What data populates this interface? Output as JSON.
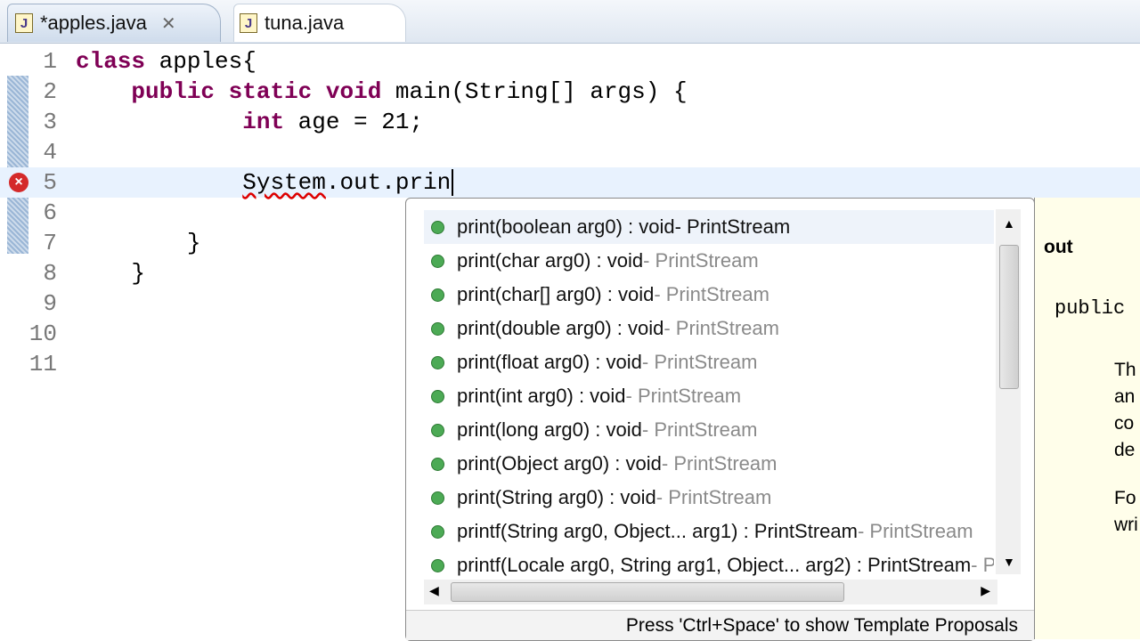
{
  "tabs": [
    {
      "label": "*apples.java",
      "icon": "java-file-icon",
      "active": true
    },
    {
      "label": "tuna.java",
      "icon": "java-file-icon",
      "active": false
    }
  ],
  "editor": {
    "lines": [
      {
        "n": "1",
        "text": "class apples{"
      },
      {
        "n": "2",
        "text": "    public static void main(String[] args) {"
      },
      {
        "n": "3",
        "text": "            int age = 21;"
      },
      {
        "n": "4",
        "text": ""
      },
      {
        "n": "5",
        "text": "            System.out.prin",
        "error": true
      },
      {
        "n": "6",
        "text": ""
      },
      {
        "n": "7",
        "text": "        }"
      },
      {
        "n": "8",
        "text": "    }"
      },
      {
        "n": "9",
        "text": ""
      },
      {
        "n": "10",
        "text": ""
      },
      {
        "n": "11",
        "text": ""
      }
    ]
  },
  "proposals": [
    {
      "sig": "print(boolean arg0) : void",
      "type": " - PrintStream",
      "selected": true
    },
    {
      "sig": "print(char arg0) : void",
      "type": " - PrintStream"
    },
    {
      "sig": "print(char[] arg0) : void",
      "type": " - PrintStream"
    },
    {
      "sig": "print(double arg0) : void",
      "type": " - PrintStream"
    },
    {
      "sig": "print(float arg0) : void",
      "type": " - PrintStream"
    },
    {
      "sig": "print(int arg0) : void",
      "type": " - PrintStream"
    },
    {
      "sig": "print(long arg0) : void",
      "type": " - PrintStream"
    },
    {
      "sig": "print(Object arg0) : void",
      "type": " - PrintStream"
    },
    {
      "sig": "print(String arg0) : void",
      "type": " - PrintStream"
    },
    {
      "sig": "printf(String arg0, Object... arg1) : PrintStream",
      "type": " - PrintStream"
    },
    {
      "sig": "printf(Locale arg0, String arg1, Object... arg2) : PrintStream",
      "type": " - PrintStream"
    }
  ],
  "footer": "Press 'Ctrl+Space' to show Template Proposals",
  "info": {
    "title": "out",
    "decl": "public",
    "text": [
      "Th",
      "an",
      "co",
      "de",
      "Fo",
      "wri"
    ]
  },
  "colors": {
    "keyword": "#7f0055",
    "proposal_dot": "#4caa55",
    "info_bg": "#fffeea"
  }
}
